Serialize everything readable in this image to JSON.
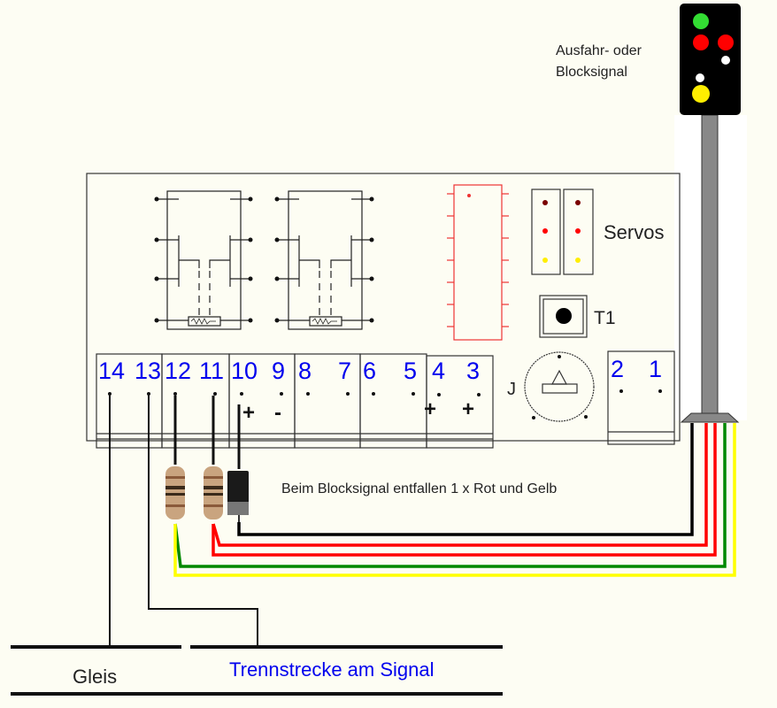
{
  "signal": {
    "label_line1": "Ausfahr- oder",
    "label_line2": "Blocksignal",
    "lamps": [
      {
        "name": "green-lamp",
        "color": "#33dd33"
      },
      {
        "name": "red-lamp-1",
        "color": "#ff0000"
      },
      {
        "name": "red-lamp-2",
        "color": "#ff0000"
      },
      {
        "name": "white-lamp-1",
        "color": "#ffffff"
      },
      {
        "name": "white-lamp-2",
        "color": "#ffffff"
      },
      {
        "name": "yellow-lamp",
        "color": "#ffee00"
      }
    ]
  },
  "board": {
    "servos_label": "Servos",
    "button_label": "T1",
    "jumper_label": "J",
    "terminals": [
      "14",
      "13",
      "12",
      "11",
      "10",
      "9",
      "8",
      "7",
      "6",
      "5",
      "4",
      "3",
      "2",
      "1"
    ],
    "polarity": {
      "t10": "+",
      "t9": "-",
      "t4": "+",
      "t3": "+"
    }
  },
  "note": "Beim Blocksignal entfallen 1 x Rot und Gelb",
  "track": {
    "gleis_label": "Gleis",
    "section_label": "Trennstrecke am Signal"
  },
  "colors": {
    "background": "#fdfdf3",
    "terminal_numbers": "#0000ee",
    "wire_black": "#000000",
    "wire_red": "#ff0000",
    "wire_green": "#008800",
    "wire_yellow": "#ffff00",
    "ic": "#ee3333",
    "mast": "#888888"
  }
}
